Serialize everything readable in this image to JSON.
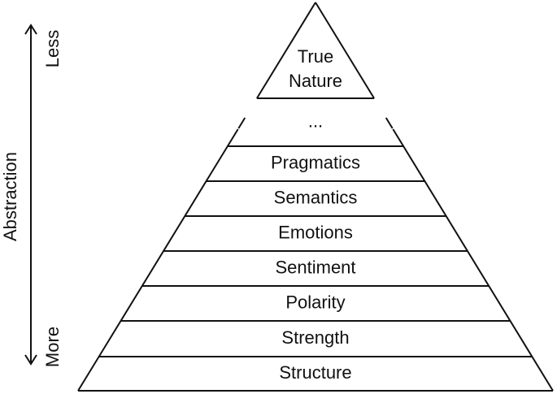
{
  "pyramid": {
    "layers": [
      {
        "lines": [
          "True",
          "Nature"
        ]
      },
      {
        "lines": [
          "..."
        ]
      },
      {
        "lines": [
          "Pragmatics"
        ]
      },
      {
        "lines": [
          "Semantics"
        ]
      },
      {
        "lines": [
          "Emotions"
        ]
      },
      {
        "lines": [
          "Sentiment"
        ]
      },
      {
        "lines": [
          "Polarity"
        ]
      },
      {
        "lines": [
          "Strength"
        ]
      },
      {
        "lines": [
          "Structure"
        ]
      }
    ]
  },
  "axis": {
    "title": "Abstraction",
    "top_label": "Less",
    "bottom_label": "More"
  }
}
